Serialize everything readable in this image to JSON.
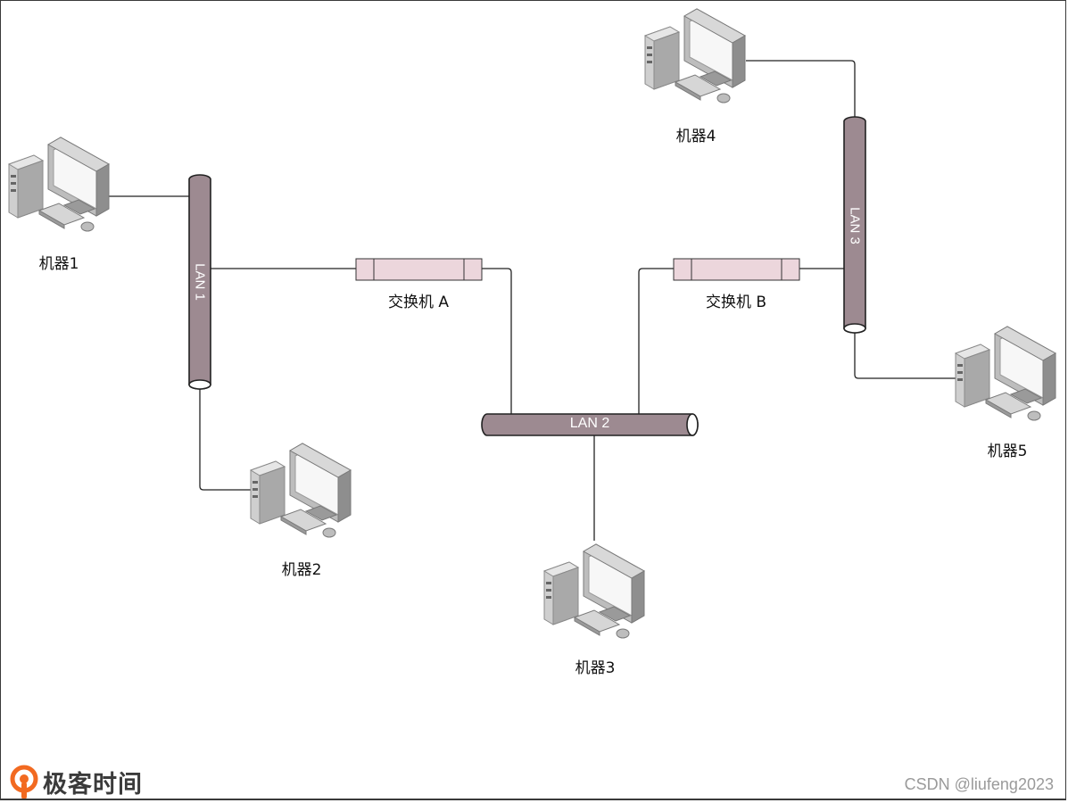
{
  "lans": [
    {
      "id": "lan1",
      "label": "LAN 1"
    },
    {
      "id": "lan2",
      "label": "LAN 2"
    },
    {
      "id": "lan3",
      "label": "LAN 3"
    }
  ],
  "switches": [
    {
      "id": "switch-a",
      "label": "交换机 A"
    },
    {
      "id": "switch-b",
      "label": "交换机 B"
    }
  ],
  "machines": [
    {
      "id": "m1",
      "label": "机器1",
      "icon": "computer-icon"
    },
    {
      "id": "m2",
      "label": "机器2",
      "icon": "computer-icon"
    },
    {
      "id": "m3",
      "label": "机器3",
      "icon": "computer-icon"
    },
    {
      "id": "m4",
      "label": "机器4",
      "icon": "computer-icon"
    },
    {
      "id": "m5",
      "label": "机器5",
      "icon": "computer-icon"
    }
  ],
  "brand": {
    "name": "极客时间",
    "icon": "geektime-logo-icon",
    "color": "#f26a21"
  },
  "watermark": "CSDN @liufeng2023",
  "colors": {
    "lan_fill": "#9d8a91",
    "switch_fill": "#ecd6dc",
    "line": "#222222"
  }
}
